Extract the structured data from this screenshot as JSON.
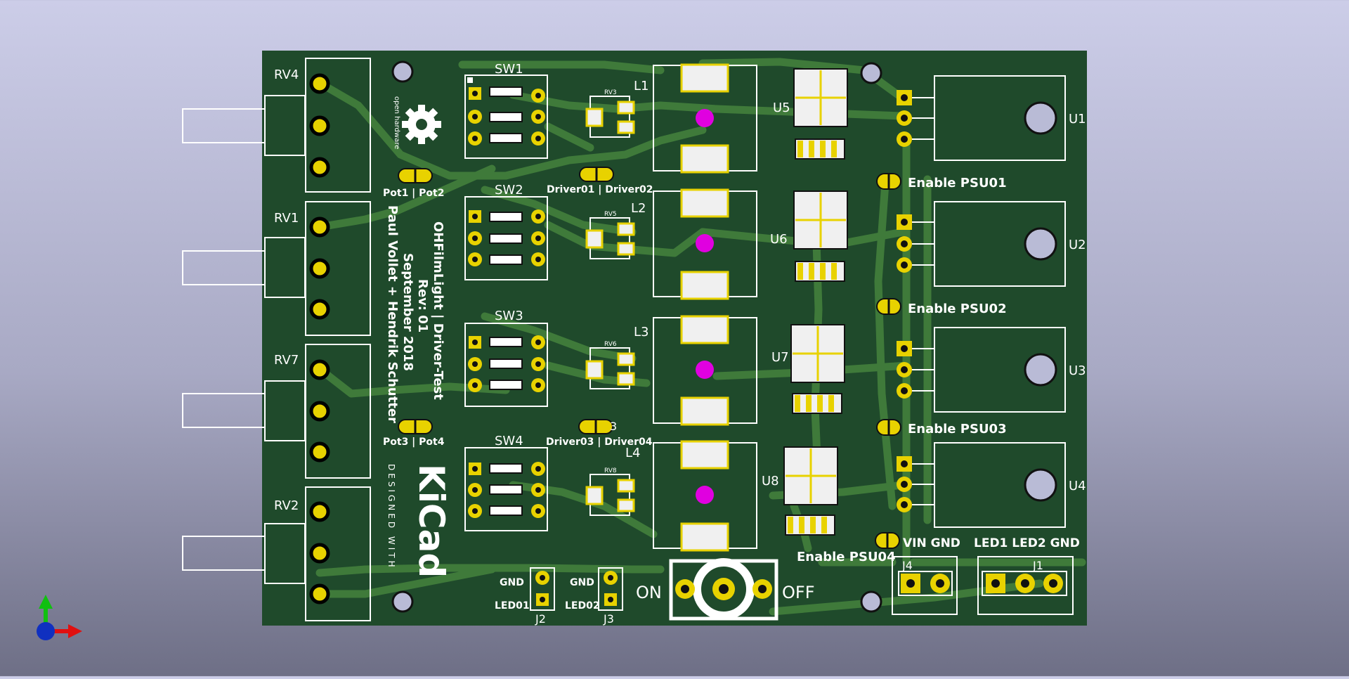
{
  "app": "3D Viewer",
  "board": {
    "title_lines": [
      "OHFilmLight | Driver-Test",
      "Rev: 01",
      "September 2018",
      "Paul Vollet + Hendrik Schutter"
    ],
    "oshw_text": "open hardware",
    "kicad_logo": "KiCad",
    "kicad_tagline": "DESIGNED WITH"
  },
  "labels": {
    "rv4": "RV4",
    "rv1": "RV1",
    "rv7": "RV7",
    "rv2": "RV2",
    "sw1": "SW1",
    "sw2": "SW2",
    "sw3": "SW3",
    "sw4": "SW4",
    "l1": "L1",
    "l2": "L2",
    "l3": "L3",
    "l4": "L4",
    "u1": "U1",
    "u2": "U2",
    "u3": "U3",
    "u4": "U4",
    "u5": "U5",
    "u6": "U6",
    "u7": "U7",
    "u8": "U8",
    "rv3": "RV3",
    "rv5": "RV5",
    "rv6": "RV6",
    "rv8": "RV8",
    "pot12": "Pot1 | Pot2",
    "pot34": "Pot3 | Pot4",
    "drv12": "Driver01 | Driver02",
    "drv34": "Driver03 | Driver04",
    "d3": "3",
    "en1": "Enable PSU01",
    "en2": "Enable PSU02",
    "en3": "Enable PSU03",
    "en4": "Enable PSU04",
    "vin_gnd": "VIN GND",
    "led_gnd": "LED1 LED2 GND",
    "j1": "J1",
    "j2": "J2",
    "j3": "J3",
    "j4": "J4",
    "gnd_a": "GND",
    "gnd_b": "GND",
    "led01": "LED01",
    "led02": "LED02",
    "on": "ON",
    "off": "OFF"
  },
  "colors": {
    "board": "#1f4a2b",
    "trace": "#3f7a3a",
    "silk": "#ffffff",
    "pad": "#e8d200",
    "pad_body": "#f0f0f0",
    "inductor_core": "#e000e0",
    "hole": "#b9bbd6",
    "axis_x": "#e01010",
    "axis_y": "#10c010",
    "axis_z": "#1030c0"
  }
}
